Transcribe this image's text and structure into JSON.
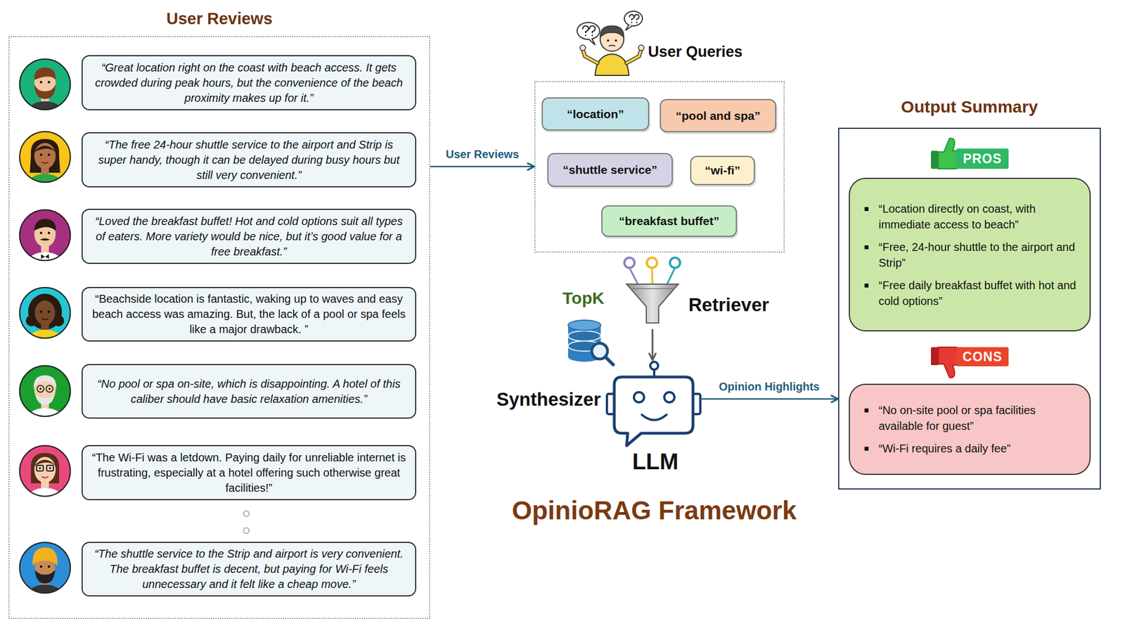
{
  "diagram": {
    "title": "OpinioRAG Framework",
    "nodes": [
      {
        "text": [
          "User Reviews"
        ]
      },
      {
        "text": [
          "“Great location right on the coast with beach access. It gets crowded during peak hours, but the convenience of the beach proximity makes up for it.”"
        ],
        "in": 0
      },
      {
        "text": [
          "“The free 24-hour shuttle service to the airport and Strip is super handy, though it can be delayed during busy hours but still very convenient.”"
        ],
        "in": 0
      },
      {
        "text": [
          "“Loved the breakfast buffet! Hot and cold options suit all types of eaters. More variety would be nice, but it’s good value for a free breakfast.”"
        ],
        "in": 0
      },
      {
        "text": [
          "“Beachside location is fantastic, waking up to waves and easy beach access was amazing. But, the lack of a pool or spa feels like a major drawback. ”"
        ],
        "in": 0
      },
      {
        "text": [
          "“No pool or spa on-site, which is disappointing. A hotel of this caliber should have basic relaxation amenities.”"
        ],
        "in": 0
      },
      {
        "text": [
          "“The Wi-Fi was a letdown. Paying daily for unreliable internet is frustrating, especially at a hotel offering such otherwise great facilities!”"
        ],
        "in": 0
      },
      {
        "text": [
          "“The shuttle service to the Strip and airport is very convenient. The breakfast buffet is decent, but paying for Wi-Fi feels unnecessary and it felt like a cheap move.”"
        ],
        "in": 0
      },
      {
        "text": [
          "User Queries"
        ]
      },
      {
        "text": [
          "“location”"
        ],
        "in": 8
      },
      {
        "text": [
          "“pool and spa”"
        ],
        "in": 8
      },
      {
        "text": [
          "“shuttle service”"
        ],
        "in": 8
      },
      {
        "text": [
          "“wi-fi”"
        ],
        "in": 8
      },
      {
        "text": [
          "“breakfast buffet”"
        ],
        "in": 8
      },
      {
        "text": [
          "Retriever"
        ]
      },
      {
        "text": [
          "Synthesizer",
          "LLM"
        ]
      },
      {
        "text": [
          "Output Summary"
        ]
      },
      {
        "text": [
          "PROS"
        ],
        "in": 16
      },
      {
        "text": [
          "“Location directly on coast, with immediate access to beach”",
          "“Free, 24-hour shuttle to the airport and Strip”",
          "“Free daily breakfast buffet with hot and cold options”"
        ],
        "in": 16
      },
      {
        "text": [
          "CONS"
        ],
        "in": 16
      },
      {
        "text": [
          "“No on-site pool or spa facilities available for guest”",
          "“Wi-Fi requires a daily fee”"
        ],
        "in": 16
      }
    ],
    "edges": [
      {
        "from": 0,
        "to": 8,
        "label": "User Reviews",
        "arrow": "to"
      },
      {
        "from": 14,
        "to": 15,
        "arrow": "to"
      },
      {
        "from": 15,
        "to": 16,
        "label": "Opinion Highlights",
        "arrow": "to"
      }
    ],
    "labels": [
      "TopK"
    ]
  }
}
